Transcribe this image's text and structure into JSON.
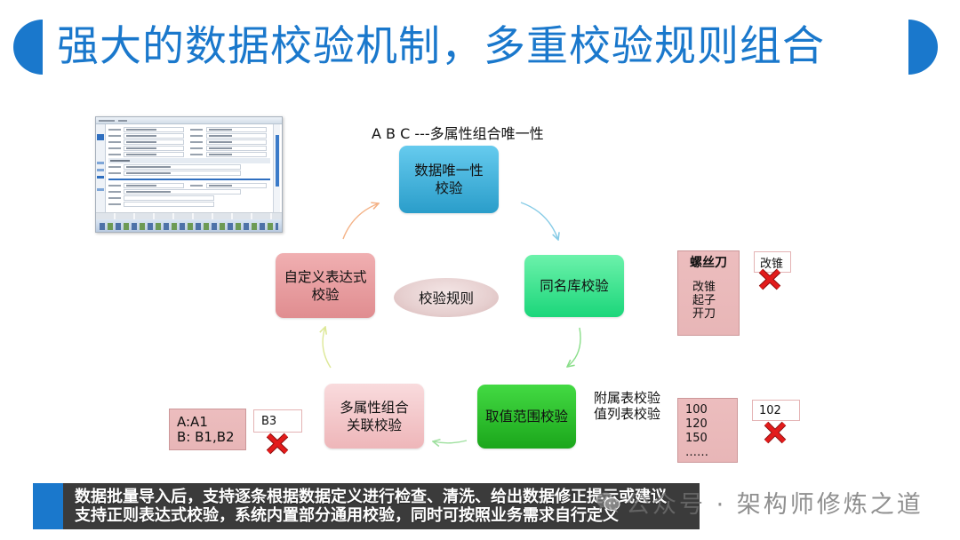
{
  "slide": {
    "title": "强大的数据校验机制，多重校验规则组合"
  },
  "colors": {
    "accent": "#1a78cc",
    "banner": "#3b3b3b",
    "invalid": "#e31b1b",
    "example_fill": "#e8b6b7"
  },
  "diagram": {
    "caption": "A B C ---多属性组合唯一性",
    "center_label": "校验规则",
    "nodes": {
      "uniqueness": [
        "数据唯一性",
        "校验"
      ],
      "same_name": [
        "同名库校验"
      ],
      "value_range": [
        "取值范围校验"
      ],
      "multi_attribute": [
        "多属性组合",
        "关联校验"
      ],
      "custom_expression": [
        "自定义表达式",
        "校验"
      ]
    }
  },
  "examples": {
    "synonym": {
      "title": "螺丝刀",
      "items": [
        "改锥",
        "起子",
        "开刀"
      ],
      "input": "改锥",
      "status_icon": "cross-icon"
    },
    "value_list": {
      "labels": [
        "附属表校验",
        "值列表校验"
      ],
      "values": [
        "100",
        "120",
        "150",
        "……"
      ],
      "input": "102",
      "status_icon": "cross-icon"
    },
    "combination": {
      "lines": [
        "A:A1",
        "B: B1,B2"
      ],
      "input": "B3",
      "status_icon": "cross-icon"
    }
  },
  "banner": {
    "lines": [
      "数据批量导入后，支持逐条根据数据定义进行检查、清洗、给出数据修正提示或建议",
      "支持正则表达式校验，系统内置部分通用校验，同时可按照业务需求自行定义"
    ]
  },
  "watermark": {
    "icon": "wechat-icon",
    "text": "公众号 · 架构师修炼之道"
  }
}
